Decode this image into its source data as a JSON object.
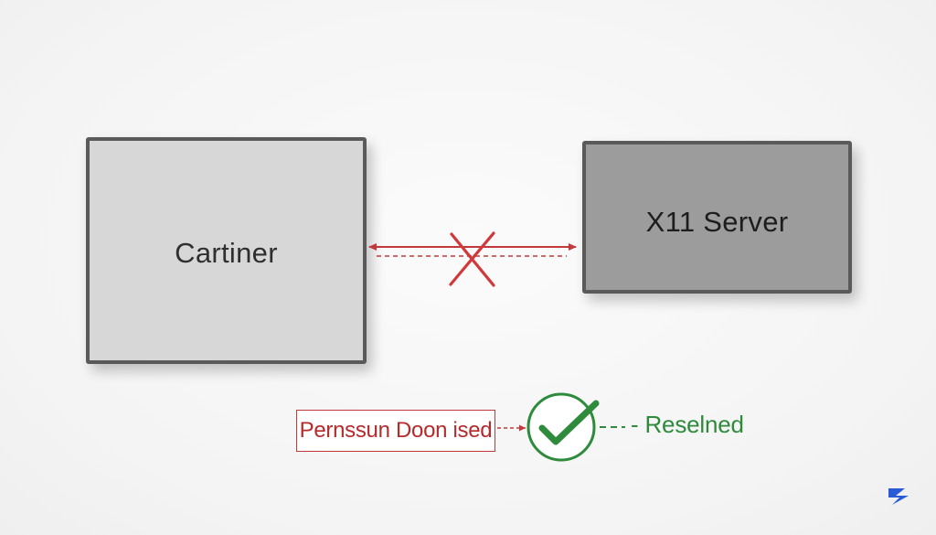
{
  "diagram": {
    "left_node": {
      "label": "Cartiner"
    },
    "right_node": {
      "label": "X11 Server"
    },
    "connection": {
      "state": "blocked",
      "marker_icon": "x-cross-icon"
    },
    "status_box": {
      "label": "Pernssun Doon ised"
    },
    "resolution": {
      "label": "- Reselned",
      "icon": "checkmark-circle-icon"
    }
  },
  "colors": {
    "node_left_fill": "#d7d7d7",
    "node_right_fill": "#9c9c9c",
    "node_border": "#5a5a5a",
    "error_red": "#c0393b",
    "success_green": "#2e8b3b",
    "logo_blue": "#2a5bd7"
  }
}
